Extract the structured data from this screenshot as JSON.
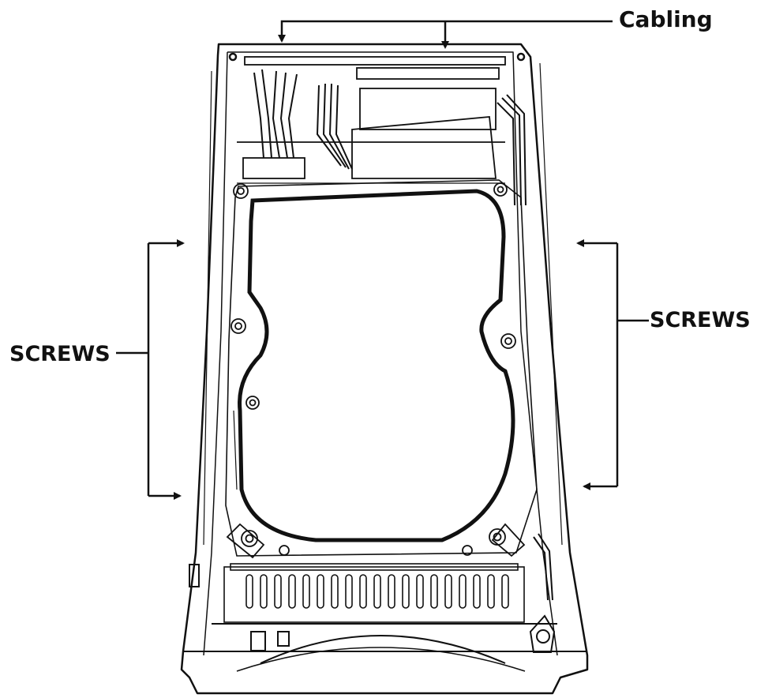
{
  "labels": {
    "cabling": "Cabling",
    "screws_left": "SCREWS",
    "screws_right": "SCREWS"
  },
  "colors": {
    "ink": "#111111",
    "paper": "#ffffff"
  }
}
